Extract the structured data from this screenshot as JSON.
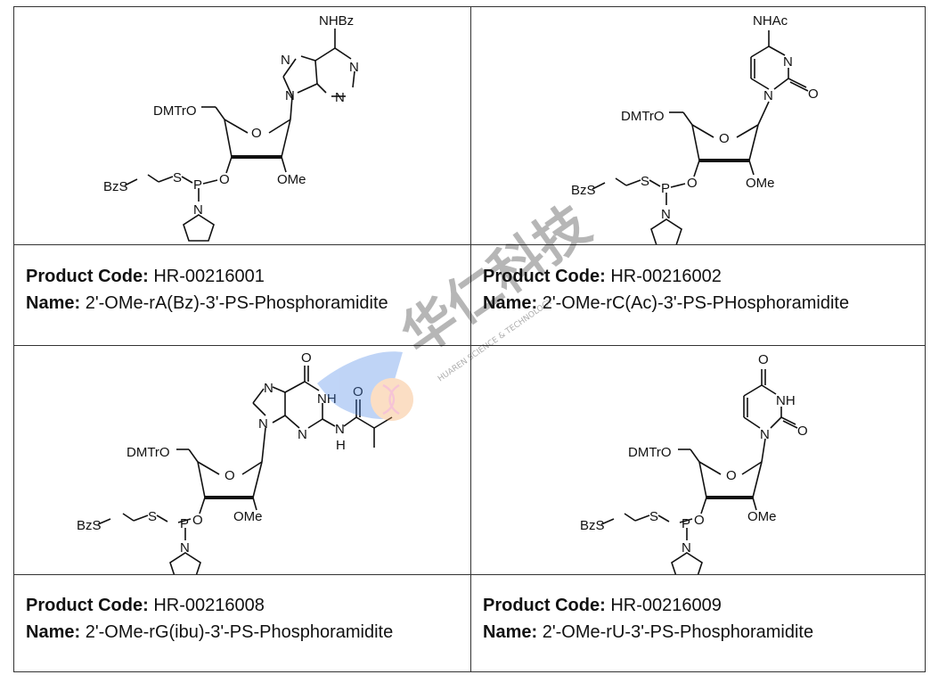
{
  "products": [
    {
      "code_label": "Product Code:",
      "code": "HR-00216001",
      "name_label": "Name:",
      "name": "2'-OMe-rA(Bz)-3'-PS-Phosphoramidite",
      "structure": {
        "base_labels": [
          "NHBz",
          "N",
          "N",
          "N",
          "N"
        ],
        "sugar_labels": [
          "DMTrO",
          "O",
          "O",
          "OMe"
        ],
        "linker_labels": [
          "BzS",
          "S",
          "P",
          "N"
        ]
      }
    },
    {
      "code_label": "Product Code:",
      "code": "HR-00216002",
      "name_label": "Name:",
      "name": "2'-OMe-rC(Ac)-3'-PS-PHosphoramidite",
      "structure": {
        "base_labels": [
          "NHAc",
          "N",
          "N",
          "O"
        ],
        "sugar_labels": [
          "DMTrO",
          "O",
          "O",
          "OMe"
        ],
        "linker_labels": [
          "BzS",
          "S",
          "P",
          "N"
        ]
      }
    },
    {
      "code_label": "Product Code:",
      "code": "HR-00216008",
      "name_label": "Name:",
      "name": "2'-OMe-rG(ibu)-3'-PS-Phosphoramidite",
      "structure": {
        "base_labels": [
          "O",
          "N",
          "N",
          "NH",
          "N",
          "N",
          "H",
          "O"
        ],
        "sugar_labels": [
          "DMTrO",
          "O",
          "O",
          "OMe"
        ],
        "linker_labels": [
          "BzS",
          "S",
          "P",
          "N"
        ]
      }
    },
    {
      "code_label": "Product Code:",
      "code": "HR-00216009",
      "name_label": "Name:",
      "name": "2'-OMe-rU-3'-PS-Phosphoramidite",
      "structure": {
        "base_labels": [
          "O",
          "NH",
          "N",
          "O"
        ],
        "sugar_labels": [
          "DMTrO",
          "O",
          "O",
          "OMe"
        ],
        "linker_labels": [
          "BzS",
          "S",
          "P",
          "N"
        ]
      }
    }
  ],
  "watermark": {
    "text": "华仁科技",
    "subtext": "HUAREN SCIENCE & TECHNOLOGY",
    "colors": {
      "blue": "#4a86e8",
      "orange": "#f4a259",
      "pink": "#e85a8a"
    }
  }
}
